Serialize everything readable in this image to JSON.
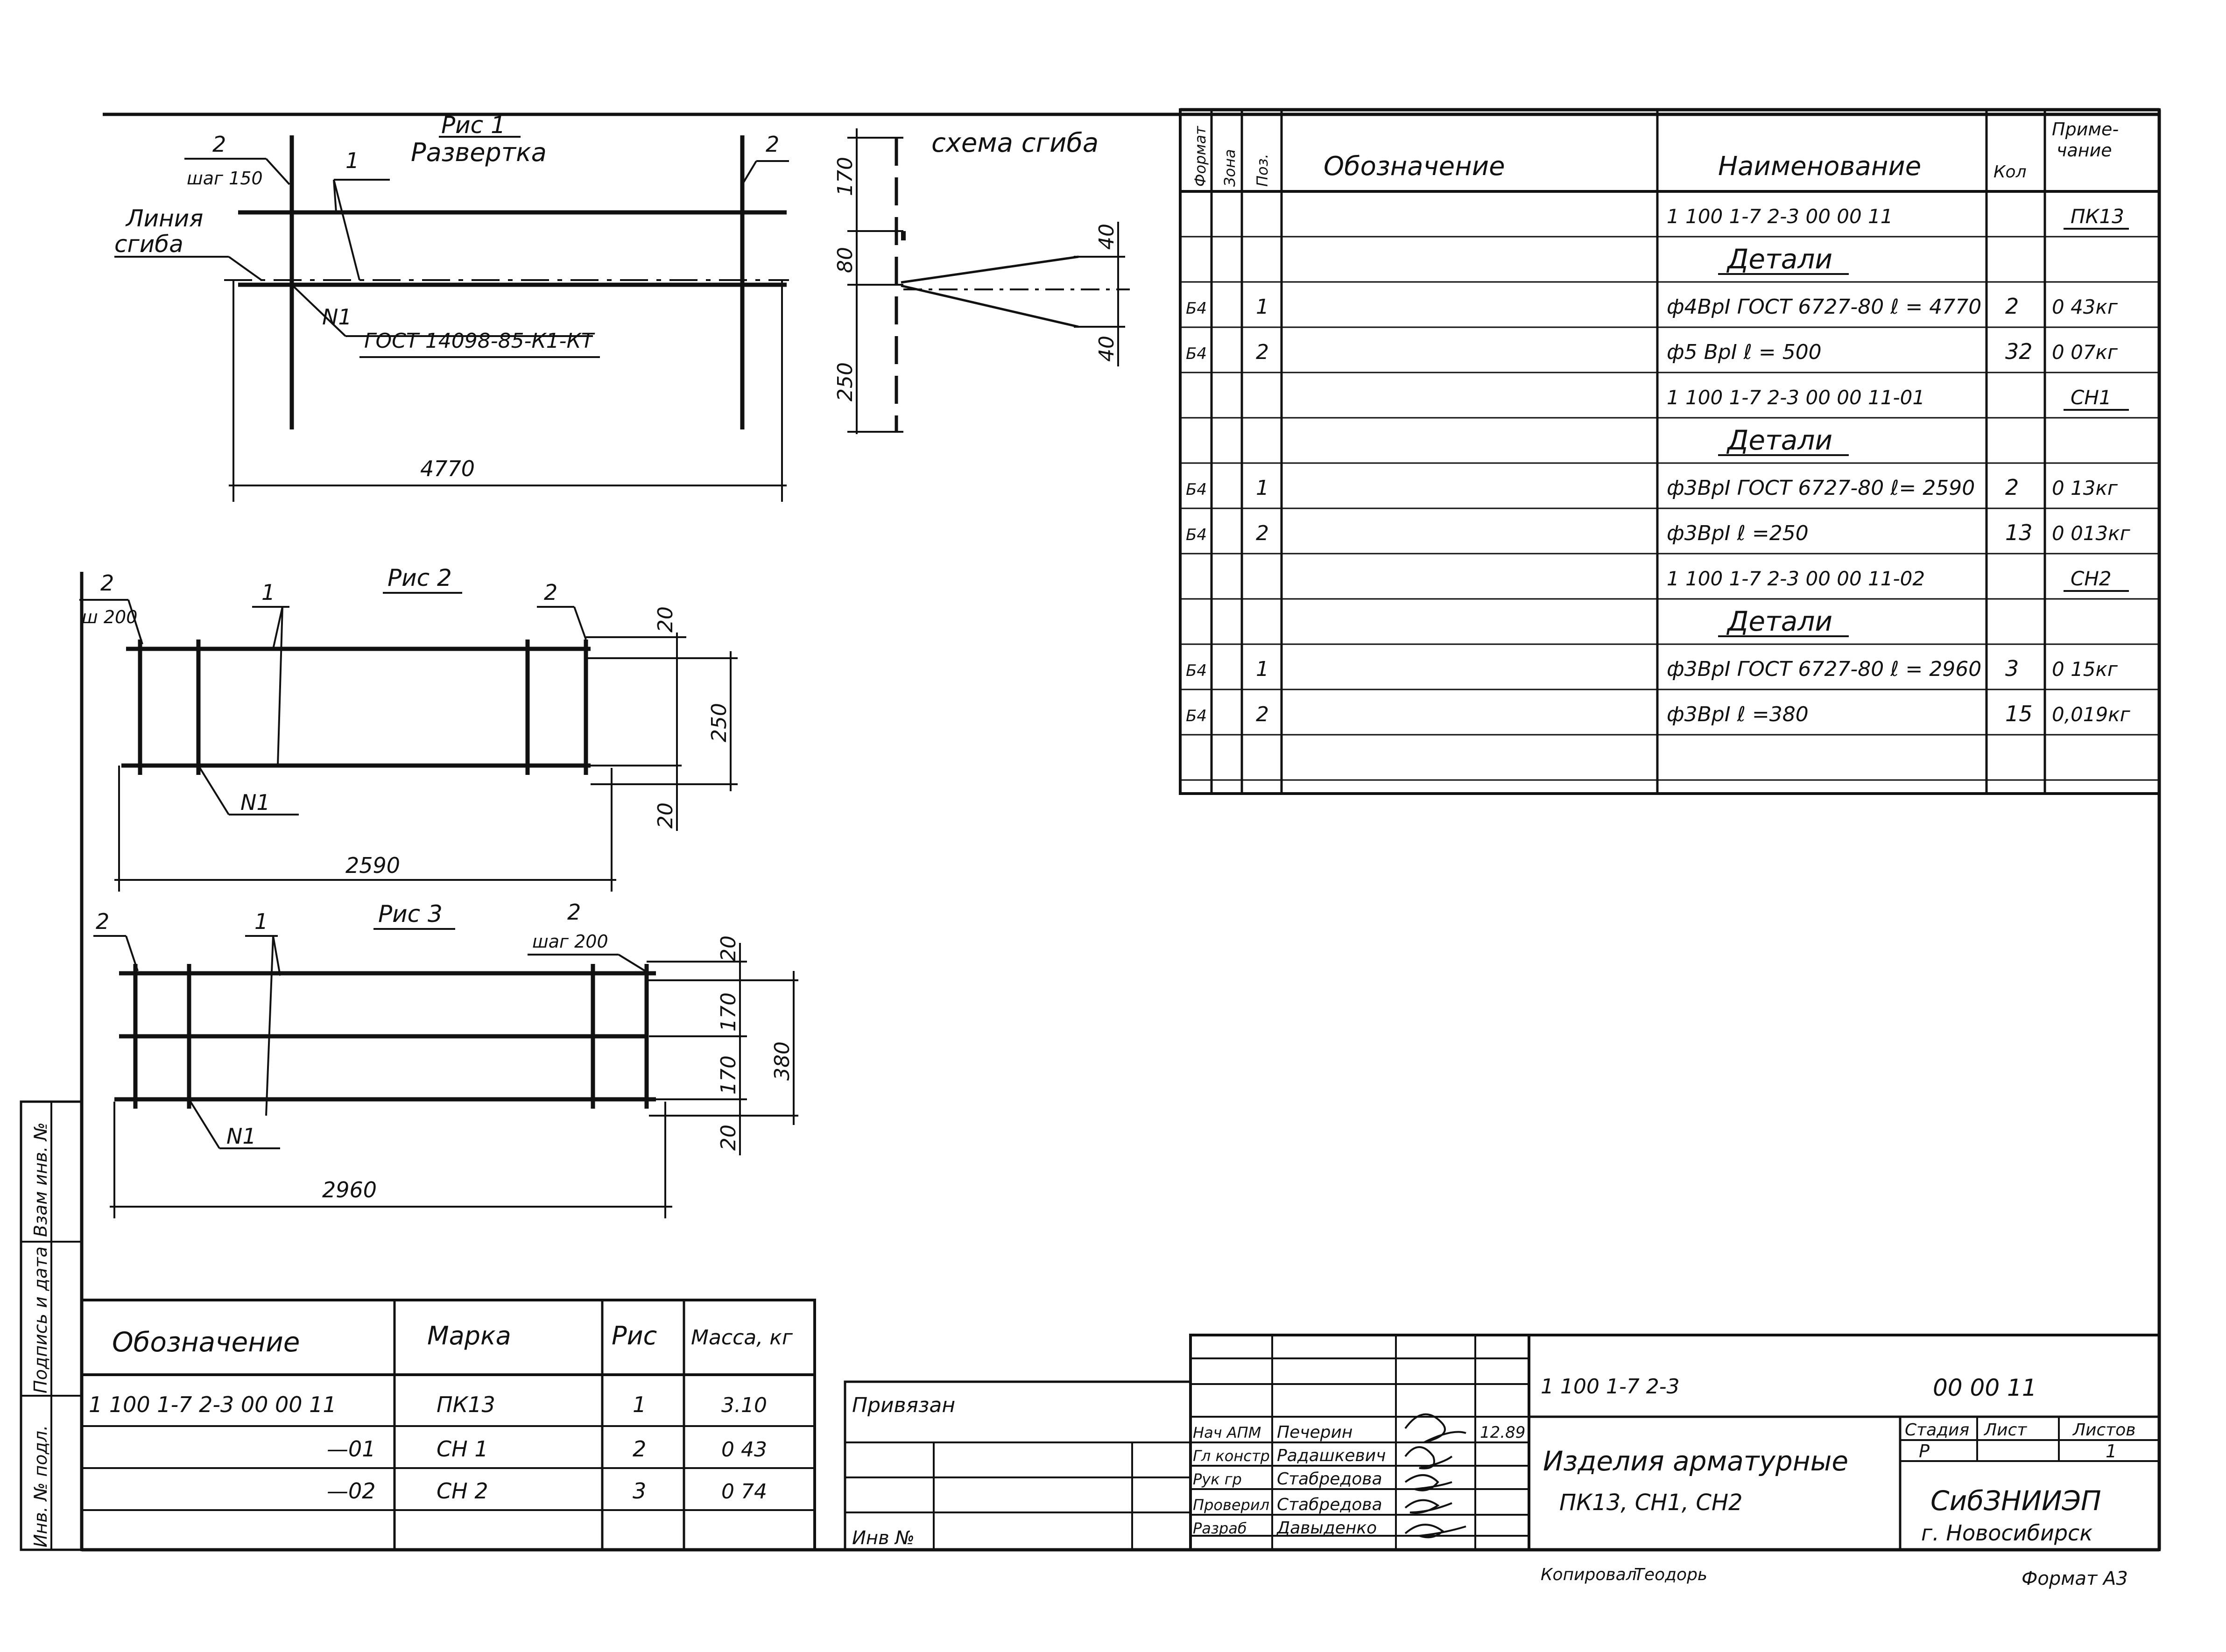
{
  "fig1": {
    "title": "Рис 1",
    "subtitle": "Развертка",
    "label_2_left": "2",
    "step_left": "шаг 150",
    "label_2_right": "2",
    "label_1": "1",
    "bend_line_1": "Линия",
    "bend_line_2": "сгиба",
    "n1": "N1",
    "weld_ref": "ГОСТ 14098-85-К1-КТ",
    "length": "4770"
  },
  "bend": {
    "title": "схема сгиба",
    "d_top": "170",
    "d_mid": "80",
    "d_bot": "250",
    "d_right_top": "40",
    "d_right_bot": "40"
  },
  "fig2": {
    "title": "Рис 2",
    "label_2_left": "2",
    "step_left": "ш 200",
    "label_1": "1",
    "label_2_right": "2",
    "d_top": "20",
    "d_height": "250",
    "d_bot": "20",
    "n1": "N1",
    "length": "2590"
  },
  "fig3": {
    "title": "Рис 3",
    "label_2_left": "2",
    "label_1": "1",
    "label_2_right": "2",
    "step_right": "шаг 200",
    "d_top": "20",
    "d_mid1": "170",
    "d_mid2": "170",
    "d_bot": "20",
    "d_height": "380",
    "n1": "N1",
    "length": "2960"
  },
  "spec": {
    "headers": {
      "format": "Формат",
      "zone": "Зона",
      "pos": "Поз.",
      "designation": "Обозначение",
      "name": "Наименование",
      "qty": "Кол",
      "note_1": "Приме-",
      "note_2": "чание"
    },
    "rows": [
      {
        "fmt": "",
        "pos": "",
        "name": "1 100 1-7 2-3      00 00 11",
        "qty": "",
        "note": "ПК13",
        "kind": "doc"
      },
      {
        "fmt": "",
        "pos": "",
        "name": "Детали",
        "qty": "",
        "note": "",
        "kind": "section"
      },
      {
        "fmt": "Б4",
        "pos": "1",
        "name": "ф4ВрI  ГОСТ 6727-80 ℓ = 4770",
        "qty": "2",
        "note": "0 43кг",
        "kind": "item"
      },
      {
        "fmt": "Б4",
        "pos": "2",
        "name": "ф5 ВрI              ℓ = 500",
        "qty": "32",
        "note": "0 07кг",
        "kind": "item"
      },
      {
        "fmt": "",
        "pos": "",
        "name": "1 100 1-7 2-3      00 00 11-01",
        "qty": "",
        "note": "СН1",
        "kind": "doc"
      },
      {
        "fmt": "",
        "pos": "",
        "name": "Детали",
        "qty": "",
        "note": "",
        "kind": "section"
      },
      {
        "fmt": "Б4",
        "pos": "1",
        "name": "ф3ВрI ГОСТ 6727-80 ℓ= 2590",
        "qty": "2",
        "note": "0 13кг",
        "kind": "item"
      },
      {
        "fmt": "Б4",
        "pos": "2",
        "name": "ф3ВрI              ℓ =250",
        "qty": "13",
        "note": "0 013кг",
        "kind": "item"
      },
      {
        "fmt": "",
        "pos": "",
        "name": "1 100 1-7 2-3      00 00 11-02",
        "qty": "",
        "note": "СН2",
        "kind": "doc"
      },
      {
        "fmt": "",
        "pos": "",
        "name": "Детали",
        "qty": "",
        "note": "",
        "kind": "section"
      },
      {
        "fmt": "Б4",
        "pos": "1",
        "name": "ф3ВрI ГОСТ 6727-80 ℓ = 2960",
        "qty": "3",
        "note": "0 15кг",
        "kind": "item"
      },
      {
        "fmt": "Б4",
        "pos": "2",
        "name": "ф3ВрI              ℓ =380",
        "qty": "15",
        "note": "0,019кг",
        "kind": "item"
      }
    ]
  },
  "marks": {
    "headers": {
      "designation": "Обозначение",
      "mark": "Марка",
      "fig": "Рис",
      "mass": "Масса, кг"
    },
    "rows": [
      {
        "designation": "1 100 1-7 2-3    00 00 11",
        "mark": "ПК13",
        "fig": "1",
        "mass": "3.10"
      },
      {
        "designation": "—01",
        "mark": "СН 1",
        "fig": "2",
        "mass": "0 43"
      },
      {
        "designation": "—02",
        "mark": "СН 2",
        "fig": "3",
        "mass": "0 74"
      }
    ]
  },
  "side": {
    "inv_orig": "Инв. № подл.",
    "sign_date": "Подпись и дата",
    "inv_instead": "Взам инв. №"
  },
  "privyazan": {
    "label": "Привязан",
    "inv": "Инв №"
  },
  "title_block": {
    "signers": [
      {
        "role": "Нач АПМ",
        "name": "Печерин",
        "date": "12.89"
      },
      {
        "role": "Гл констр",
        "name": "Радашкевич",
        "date": ""
      },
      {
        "role": "Рук гр",
        "name": "Стабредова",
        "date": ""
      },
      {
        "role": "Проверил",
        "name": "Стабредова",
        "date": ""
      },
      {
        "role": "Разраб",
        "name": "Давыденко",
        "date": ""
      }
    ],
    "doc_code": "1 100 1-7 2-3",
    "doc_num": "00 00 11",
    "product_1": "Изделия арматурные",
    "product_2": "ПК13,   СН1,  СН2",
    "stage_h": "Стадия",
    "sheet_h": "Лист",
    "sheets_h": "Листов",
    "stage": "Р",
    "sheet": "",
    "sheets": "1",
    "org": "СибЗНИИЭП",
    "city": "г. Новосибирск"
  },
  "footer": {
    "copied": "Копировал",
    "copier": "Теодорь",
    "format": "Формат А3"
  }
}
